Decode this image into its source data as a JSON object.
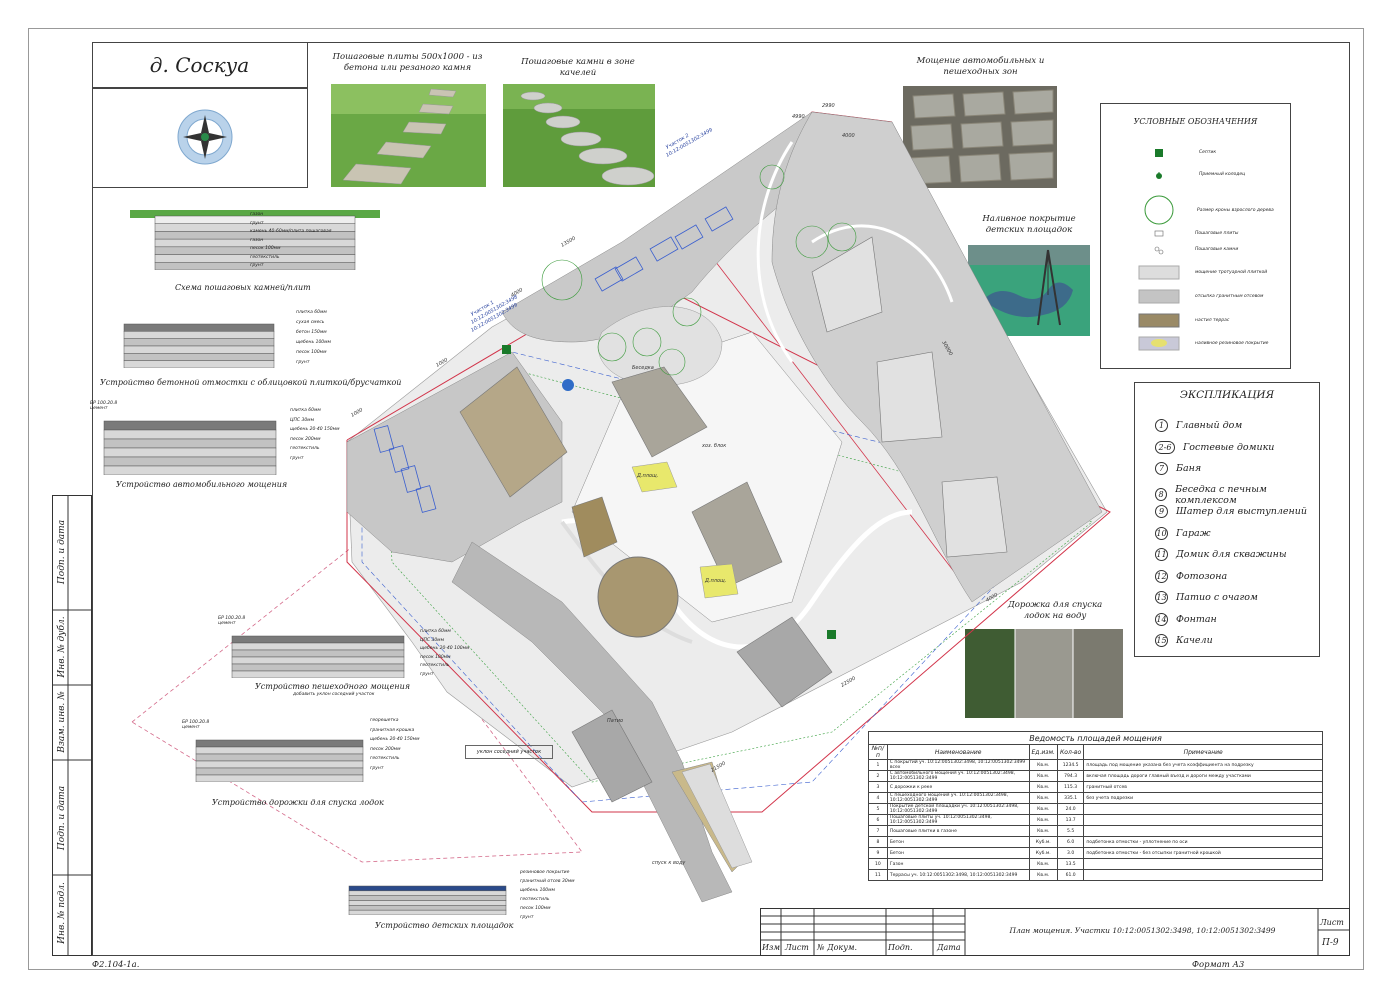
{
  "title": "д. Соскуа",
  "photos": [
    {
      "caption": "Пошаговые плиты 500х1000 - из бетона или резаного камня"
    },
    {
      "caption": "Пошаговые камни в зоне качелей"
    },
    {
      "caption": "Мощение автомобильных и пешеходных зон"
    },
    {
      "caption": "Наливное покрытие детских площадок"
    },
    {
      "caption": "Дорожка для спуска лодок на воду"
    }
  ],
  "legend": {
    "title": "УСЛОВНЫЕ ОБОЗНАЧЕНИЯ",
    "items": [
      {
        "label": "Септик",
        "color": "#1a7a2a"
      },
      {
        "label": "Приемный колодец",
        "color": "#1a7a2a"
      },
      {
        "label": "Размер кроны взрослого дерева",
        "color": "#3a9a3a"
      },
      {
        "label": "Пошаговые плиты",
        "color": "#888"
      },
      {
        "label": "Пошаговые камни",
        "color": "#888"
      },
      {
        "label": "мощение тротуарной плиткой",
        "color": "#d8d8d8"
      },
      {
        "label": "отсыпка гранитным отсевом",
        "color": "#c4c4c4"
      },
      {
        "label": "настил террас",
        "color": "#9a8a66"
      },
      {
        "label": "наливное резиновое покрытие",
        "color": "#e6e070"
      }
    ]
  },
  "explication": {
    "title": "ЭКСПЛИКАЦИЯ",
    "items": [
      {
        "num": "1",
        "label": "Главный дом"
      },
      {
        "num": "2-6",
        "label": "Гостевые домики"
      },
      {
        "num": "7",
        "label": "Баня"
      },
      {
        "num": "8",
        "label": "Беседка с печным комплексом"
      },
      {
        "num": "9",
        "label": "Шатер для выступлений"
      },
      {
        "num": "10",
        "label": "Гараж"
      },
      {
        "num": "11",
        "label": "Домик для скважины"
      },
      {
        "num": "12",
        "label": "Фотозона"
      },
      {
        "num": "13",
        "label": "Патио с очагом"
      },
      {
        "num": "14",
        "label": "Фонтан"
      },
      {
        "num": "15",
        "label": "Качели"
      }
    ]
  },
  "sections": [
    {
      "caption": "Схема пошаговых камней/плит",
      "layers": [
        "газон",
        "грунт",
        "камень 40-60мм/плита пошаговая",
        "газон",
        "песок 100мм",
        "геотекстиль",
        "грунт"
      ]
    },
    {
      "caption": "Устройство бетонной отмостки с облицовкой плиткой/брусчаткой",
      "layers": [
        "плитка 60мм",
        "сухая смесь",
        "бетон 150мм",
        "щебень 100мм",
        "песок 100мм",
        "грунт"
      ]
    },
    {
      "caption": "Устройство автомобильного мощения",
      "label": "БР 100.20.8 цемент",
      "layers": [
        "плитка 60мм",
        "ЦПС 30мм",
        "щебень 20-40 150мм",
        "песок 200мм",
        "геотекстиль",
        "грунт"
      ]
    },
    {
      "caption": "Устройство пешеходного мощения",
      "label": "БР 100.20.8 цемент",
      "layers": [
        "плитка 60мм",
        "ЦПС 30мм",
        "щебень 20-40 100мм",
        "песок 100мм",
        "геотекстиль",
        "грунт"
      ],
      "note": "добавить уклон соседний участок"
    },
    {
      "caption": "Устройство дорожки для спуска лодок",
      "label": "БР 100.20.8 цемент",
      "layers": [
        "георешетка",
        "гранитная крошка",
        "щебень 20-40 150мм",
        "песок 200мм",
        "геотекстиль",
        "грунт"
      ]
    },
    {
      "caption": "Устройство детских площадок",
      "layers": [
        "резиновое покрытие",
        "гранитный отсев 30мм",
        "щебень 100мм",
        "геотекстиль",
        "песок 100мм",
        "грунт"
      ]
    }
  ],
  "plan_labels": {
    "neighbor": "уклон соседний участок",
    "descent": "спуск к воду",
    "lot1": "Участок 1",
    "lot2": "Участок 2",
    "cad1": "10:12:0051302:3498",
    "cad2": "10:12:0051302:3499",
    "bench": "Беседка",
    "patio": "Патио",
    "hut": "хоз. блок",
    "kids1": "Д.площ.",
    "kids2": "Д.площ.",
    "dims": [
      "4990",
      "2990",
      "4000",
      "4000",
      "13500",
      "1000",
      "1000",
      "30000",
      "22500",
      "21500",
      "4000"
    ]
  },
  "table": {
    "title": "Ведомость площадей мощения",
    "headers": [
      "№п/п",
      "Наименование",
      "Ед.изм.",
      "Кол-во",
      "Примечание"
    ],
    "rows": [
      [
        "1",
        "С покрытий уч. 10:12:0051302:3498, 10:12:0051302:3499 всех",
        "Кв.м.",
        "1234.5",
        "площадь под мощение указана без учета коэффициента на подрезку"
      ],
      [
        "2",
        "С автомобильного мощения уч. 10:12:0051302:3498, 10:12:0051302:3499",
        "Кв.м.",
        "794.3",
        "включая площадь дороги главный въезд и дороги между участками"
      ],
      [
        "3",
        "С дорожки к реке",
        "Кв.м.",
        "115.3",
        "гранитный отсев"
      ],
      [
        "4",
        "С пешеходного мощения уч. 10:12:0051302:3498, 10:12:0051302:3499",
        "Кв.м.",
        "335.1",
        "без учета подрезки"
      ],
      [
        "5",
        "Покрытие детской площадки уч. 10:12:0051302:3498, 10:12:0051302:3499",
        "Кв.м.",
        "24.0",
        ""
      ],
      [
        "6",
        "Пошаговые плиты уч. 10:12:0051302:3498, 10:12:0051302:3499",
        "Кв.м.",
        "13.7",
        ""
      ],
      [
        "7",
        "Пошаговые плитки в газоне",
        "Кв.м.",
        "5.5",
        ""
      ],
      [
        "8",
        "Бетон",
        "Куб.м.",
        "6.0",
        "подбетонка отмостки - уплотнение по оси"
      ],
      [
        "9",
        "Бетон",
        "Куб.м.",
        "3.0",
        "подбетонка отмостки - без отсыпки гранитной крошкой"
      ],
      [
        "10",
        "Газон",
        "Кв.м.",
        "13.5",
        ""
      ],
      [
        "11",
        "Террасы уч. 10:12:0051302:3498, 10:12:0051302:3499",
        "Кв.м.",
        "61.0",
        ""
      ]
    ]
  },
  "stamp": {
    "cols": [
      "Изм",
      "Лист",
      "№ Докум.",
      "Подп.",
      "Дата"
    ],
    "description": "План мощения. Участки 10:12:0051302:3498, 10:12:0051302:3499",
    "sheet_label": "Лист",
    "sheet": "П-9"
  },
  "side_strip": [
    "Подп. и дата",
    "Инв. № дубл.",
    "Взам. инв. №",
    "Подп. и дата",
    "Инв. № подл."
  ],
  "footer": {
    "left": "Ф2.104-1а.",
    "right": "Формат  А3"
  }
}
